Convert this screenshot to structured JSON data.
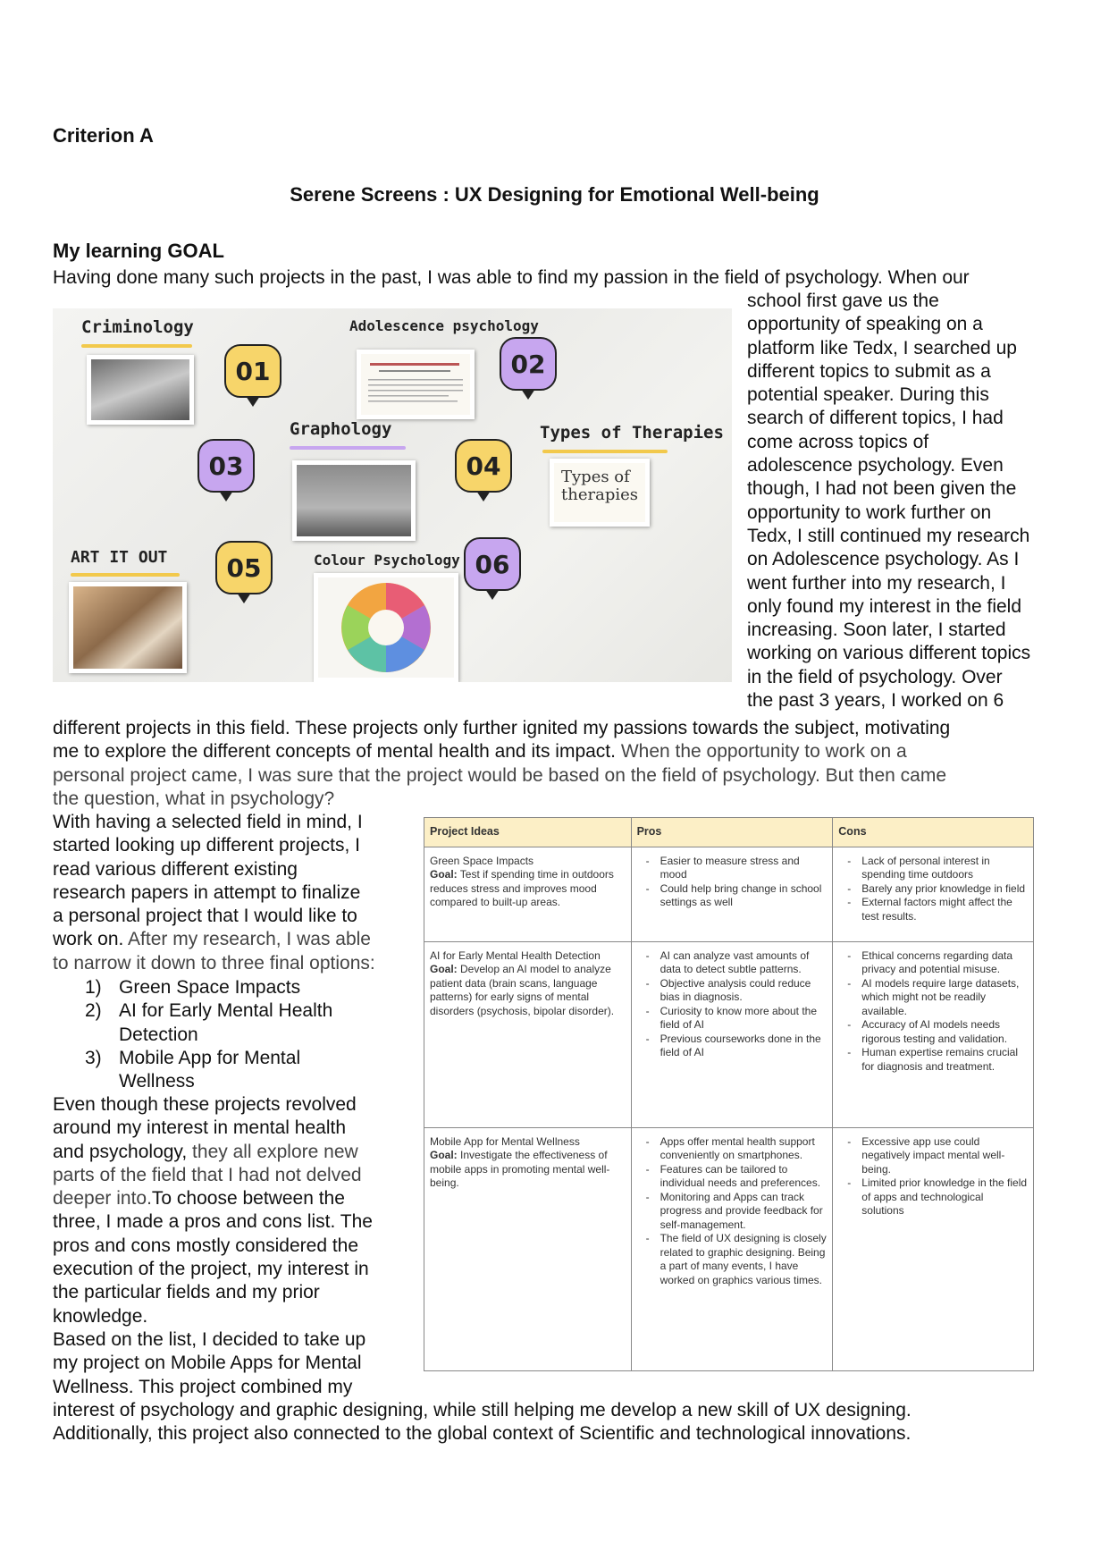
{
  "header": {
    "criterion": "Criterion A",
    "title": "Serene Screens : UX Designing for Emotional Well-being",
    "section": "My learning GOAL"
  },
  "para1": {
    "line1": "Having done many such projects in the past, I was able to find my passion in the field of psychology. When our",
    "side_lines": [
      "school first gave us the",
      "opportunity of speaking on a",
      "platform like Tedx, I searched up",
      "different topics to submit as a",
      "potential speaker. During this",
      "search of different topics, I had",
      "come across topics of",
      "adolescence psychology. Even",
      "though, I had not been given the",
      "opportunity to work further on",
      "Tedx, I still continued my research",
      "on Adolescence psychology. As I",
      "went further into my research, I",
      "only found my interest in the field",
      "increasing. Soon later, I started",
      "working on various different topics",
      "in the field of psychology.  Over",
      "the past 3 years, I worked on 6"
    ],
    "full_lines": [
      "different projects in this field. These projects only further ignited my passions towards the subject, motivating",
      "me to explore the different concepts of mental health and its impact."
    ],
    "gray_inline": " When the opportunity to work on a",
    "gray_lines": [
      "personal project came, I was sure that the project would be based on the field of psychology. But then came",
      "the question, what in psychology?"
    ]
  },
  "collage": {
    "topics": [
      {
        "label": "Criminology",
        "num": "01"
      },
      {
        "label": "Adolescence psychology",
        "num": "02"
      },
      {
        "label": "Graphology",
        "num": "03"
      },
      {
        "label": "Types of Therapies",
        "num": "04"
      },
      {
        "label": "ART IT OUT",
        "num": "05"
      },
      {
        "label": "Colour Psychology",
        "num": "06"
      }
    ],
    "therapies_card": "Types of therapies"
  },
  "para2": {
    "lines": [
      "With having a selected field in mind, I",
      "started looking up different projects, I",
      "read various different existing",
      "research papers in attempt to finalize",
      "a personal project that I would like to",
      "work on."
    ],
    "gray_tail": " After my research, I was able",
    "gray_line": "to narrow it down to three final options:"
  },
  "options": [
    {
      "num": "1)",
      "text": "Green Space Impacts"
    },
    {
      "num": "2)",
      "text": "AI for Early Mental Health Detection"
    },
    {
      "num": "3)",
      "text": "Mobile App for Mental Wellness"
    }
  ],
  "para3": {
    "lines": [
      "Even though these projects revolved",
      "around my interest in mental health"
    ],
    "mixed_start": "and psychology,",
    "mixed_gray": " they all explore new",
    "gray_lines": [
      "parts of the field that I had not delved"
    ],
    "gray_start": "deeper into.",
    "black_tail": "To choose between the",
    "more_lines": [
      "three, I made a pros and cons list. The",
      "pros and cons mostly considered the",
      "execution of the project,  my interest in",
      "the particular fields and my prior",
      "knowledge.",
      "Based on the list, I decided to take up",
      "my project on Mobile Apps for Mental",
      "Wellness. This project combined my"
    ],
    "final_lines": [
      "interest of psychology and graphic designing, while still helping me develop a new skill of UX designing.",
      "Additionally, this project also connected to the global context of Scientific and technological innovations."
    ]
  },
  "table": {
    "headers": [
      "Project Ideas",
      "Pros",
      "Cons"
    ],
    "rows": [
      {
        "name": "Green Space Impacts",
        "goal_label": "Goal:",
        "goal": " Test if spending time in outdoors reduces stress and improves mood compared to built-up areas.",
        "pros": [
          "Easier to measure stress and mood",
          "Could help bring change in school settings as well"
        ],
        "cons": [
          "Lack of personal interest in spending time outdoors",
          "Barely any prior knowledge in field",
          "External factors might affect the test results."
        ]
      },
      {
        "name": "AI for Early Mental Health Detection",
        "goal_label": "Goal:",
        "goal": " Develop an AI model to analyze patient data (brain scans, language patterns) for early signs of mental disorders (psychosis, bipolar disorder).",
        "pros": [
          "AI can analyze vast amounts of data to detect subtle patterns.",
          "Objective analysis could reduce bias in diagnosis.",
          "Curiosity to know more about the field of AI",
          "Previous courseworks done in the field of AI"
        ],
        "cons": [
          "Ethical concerns regarding data privacy and potential misuse.",
          "AI models require large datasets, which might not be readily available.",
          "Accuracy of AI models needs rigorous testing and validation.",
          "Human expertise remains crucial for diagnosis and treatment."
        ]
      },
      {
        "name": "Mobile App for Mental Wellness",
        "goal_label": "Goal:",
        "goal": " Investigate the effectiveness of mobile apps in promoting mental well-being.",
        "pros": [
          "Apps offer mental health support conveniently on smartphones.",
          "Features can be tailored to individual needs and preferences.",
          "Monitoring and Apps can track progress and provide feedback for self-management.",
          "The field of UX designing is closely related to graphic designing. Being a part of many events, I have worked on graphics various times."
        ],
        "cons": [
          "Excessive app use could negatively impact mental well-being.",
          "Limited prior knowledge in the field of apps and technological solutions"
        ]
      }
    ]
  }
}
